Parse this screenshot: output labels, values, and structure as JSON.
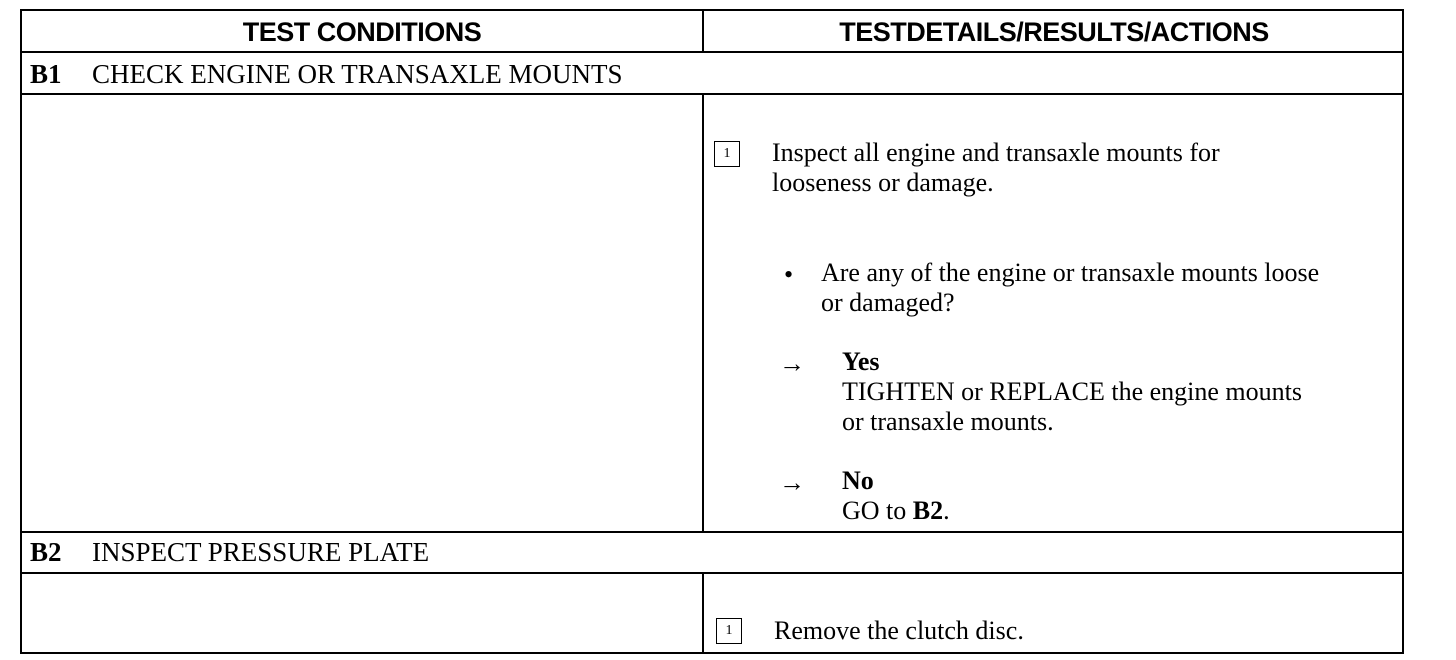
{
  "columns": {
    "conditions": "TEST CONDITIONS",
    "details": "TESTDETAILS/RESULTS/ACTIONS"
  },
  "b1": {
    "id": "B1",
    "title": "CHECK ENGINE OR TRANSAXLE MOUNTS",
    "step": {
      "number": "1",
      "line1": "Inspect all engine and transaxle mounts for",
      "line2": "looseness or damage."
    },
    "question": {
      "bullet": "•",
      "line1": "Are any of the engine or transaxle mounts loose",
      "line2": "or damaged?"
    },
    "yes": {
      "arrow": "→",
      "label": "Yes",
      "line1": "TIGHTEN or REPLACE the engine mounts",
      "line2": "or transaxle mounts."
    },
    "no": {
      "arrow": "→",
      "label": "No",
      "goto_text": "GO to ",
      "goto_target": "B2",
      "goto_period": "."
    }
  },
  "b2": {
    "id": "B2",
    "title": "INSPECT PRESSURE PLATE",
    "step": {
      "number": "1",
      "line1": "Remove the clutch disc."
    }
  }
}
